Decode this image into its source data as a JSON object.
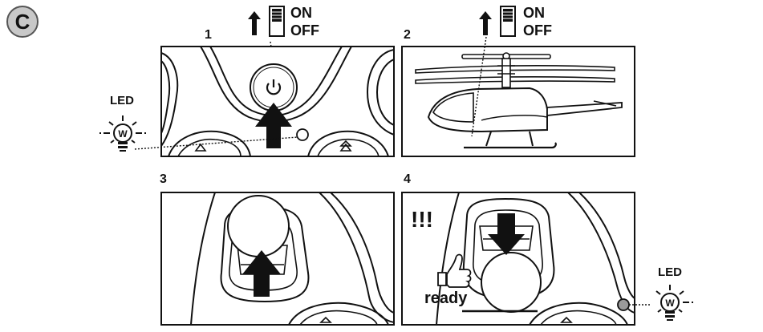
{
  "section_letter": "C",
  "steps": [
    {
      "number": "1",
      "switch_on": "ON",
      "switch_off": "OFF",
      "led_label": "LED",
      "led_letter": "W"
    },
    {
      "number": "2",
      "switch_on": "ON",
      "switch_off": "OFF"
    },
    {
      "number": "3"
    },
    {
      "number": "4",
      "warning": "!!!",
      "ready_label": "ready",
      "led_label": "LED",
      "led_letter": "W"
    }
  ]
}
